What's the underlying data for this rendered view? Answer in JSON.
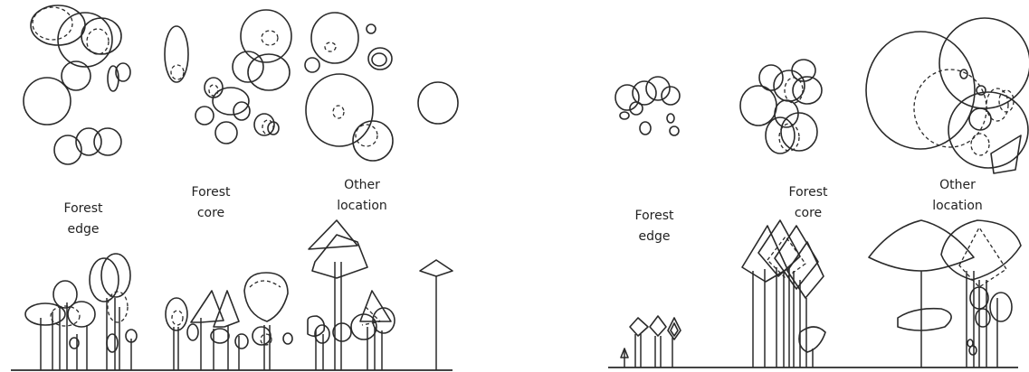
{
  "colors": {
    "ink": "#2a2a2a",
    "background": "#ffffff"
  },
  "left_panel": {
    "labels": {
      "forest_edge_1": "Forest",
      "forest_edge_2": "edge",
      "forest_core_1": "Forest",
      "forest_core_2": "core",
      "other_location_1": "Other",
      "other_location_2": "location"
    }
  },
  "right_panel": {
    "labels": {
      "forest_edge_1": "Forest",
      "forest_edge_2": "edge",
      "forest_core_1": "Forest",
      "forest_core_2": "core",
      "other_location_1": "Other",
      "other_location_2": "location"
    }
  }
}
